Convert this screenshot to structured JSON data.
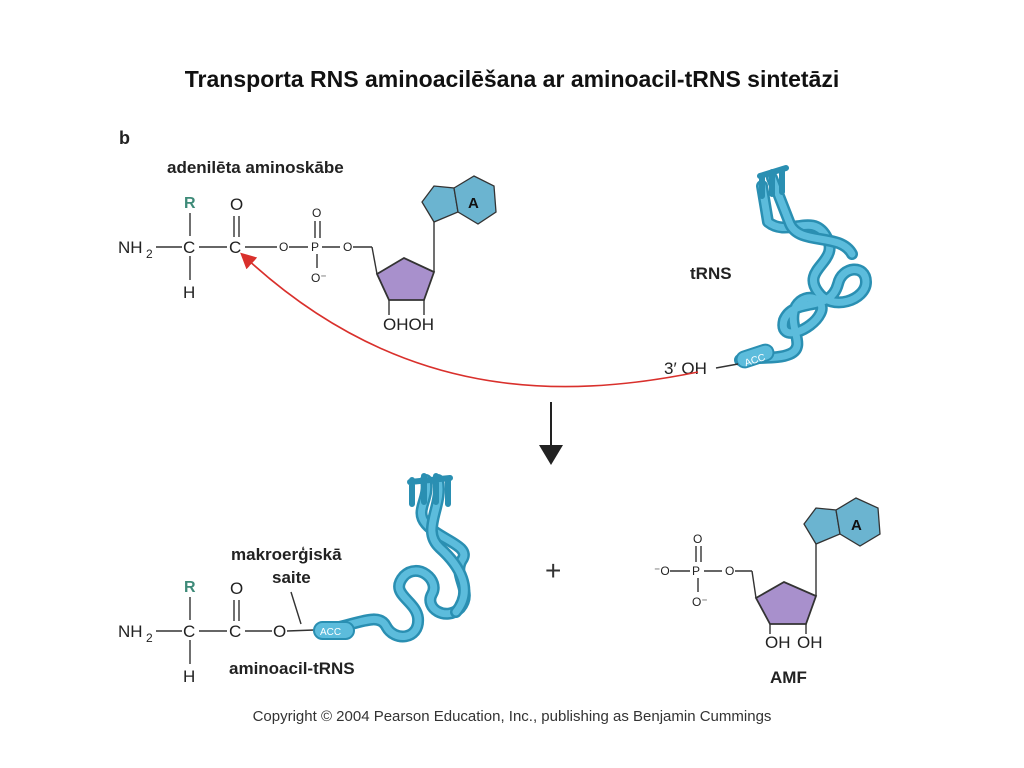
{
  "title": "Transporta RNS aminoacilēšana ar aminoacil-tRNS sintetāzi",
  "panel_letter": "b",
  "labels": {
    "adenylated": "adenilēta aminoskābe",
    "trna": "tRNS",
    "three_prime_oh": "3′ OH",
    "macroergic_bond_line1": "makroerģiskā",
    "macroergic_bond_line2": "saite",
    "aminoacyl_trna": "aminoacil-tRNS",
    "amp": "AMF",
    "plus": "+"
  },
  "chem": {
    "nh2": "NH",
    "nh2_sub": "2",
    "r_group": "R",
    "carbon": "C",
    "hydrogen": "H",
    "oxygen": "O",
    "phosphorus": "P",
    "o_minus": "O⁻",
    "minus_o": "⁻O",
    "ohoh": "OHOH",
    "oh": "OH",
    "base": "A",
    "acc": "ACC"
  },
  "colors": {
    "rna": "#2a8fb2",
    "rna_light": "#5cbcdc",
    "adenine": "#6bb4d0",
    "ribose": "#a890cc",
    "arrow_red": "#d9302c",
    "r_group": "#3d8a78"
  },
  "copyright": "Copyright © 2004 Pearson Education, Inc., publishing as Benjamin Cummings"
}
